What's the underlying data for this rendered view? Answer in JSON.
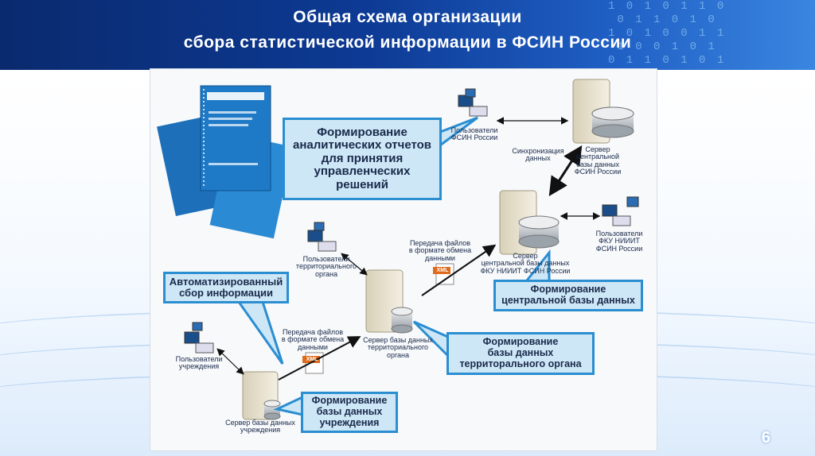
{
  "header": {
    "title_line1": "Общая схема организации",
    "title_line2": "сбора статистической информации в ФСИН России"
  },
  "page_number": "6",
  "callouts": {
    "analytics": "Формирование\nаналитических отчетов\nдля принятия\nуправленческих\nрешений",
    "automated": "Автоматизированный\nсбор информации",
    "central_db": "Формирование\nцентральной базы данных",
    "territorial_db": "Формирование\nбазы данных\nтерриторального органа",
    "institution_db": "Формирование\nбазы данных\nучреждения"
  },
  "labels": {
    "users_fsin": "Пользователи\nФСИН России",
    "central_server": "Сервер\nцентральной\nбазы данных\nФСИН России",
    "sync": "Синхронизация\nданных",
    "users_fku": "Пользователи\nФКУ НИИИТ\nФСИН России",
    "fku_server": "Сервер\nцентральной базы данных\nФКУ НИИИТ ФСИН России",
    "transfer_top": "Передача файлов\nв формате обмена\nданными",
    "users_territorial": "Пользователи\nтерриториального\nоргана",
    "territorial_server": "Сервер базы данных\nтерриториального\nоргана",
    "transfer_bottom": "Передача файлов\nв формате обмена\nданными",
    "users_institution": "Пользователи\nучреждения",
    "institution_server": "Сервер базы данных\nучреждения",
    "xml_tag": "XML"
  },
  "colors": {
    "accent": "#2b8ed1",
    "callout_fill": "#cde7f7",
    "header_dark": "#0a2a6e"
  }
}
